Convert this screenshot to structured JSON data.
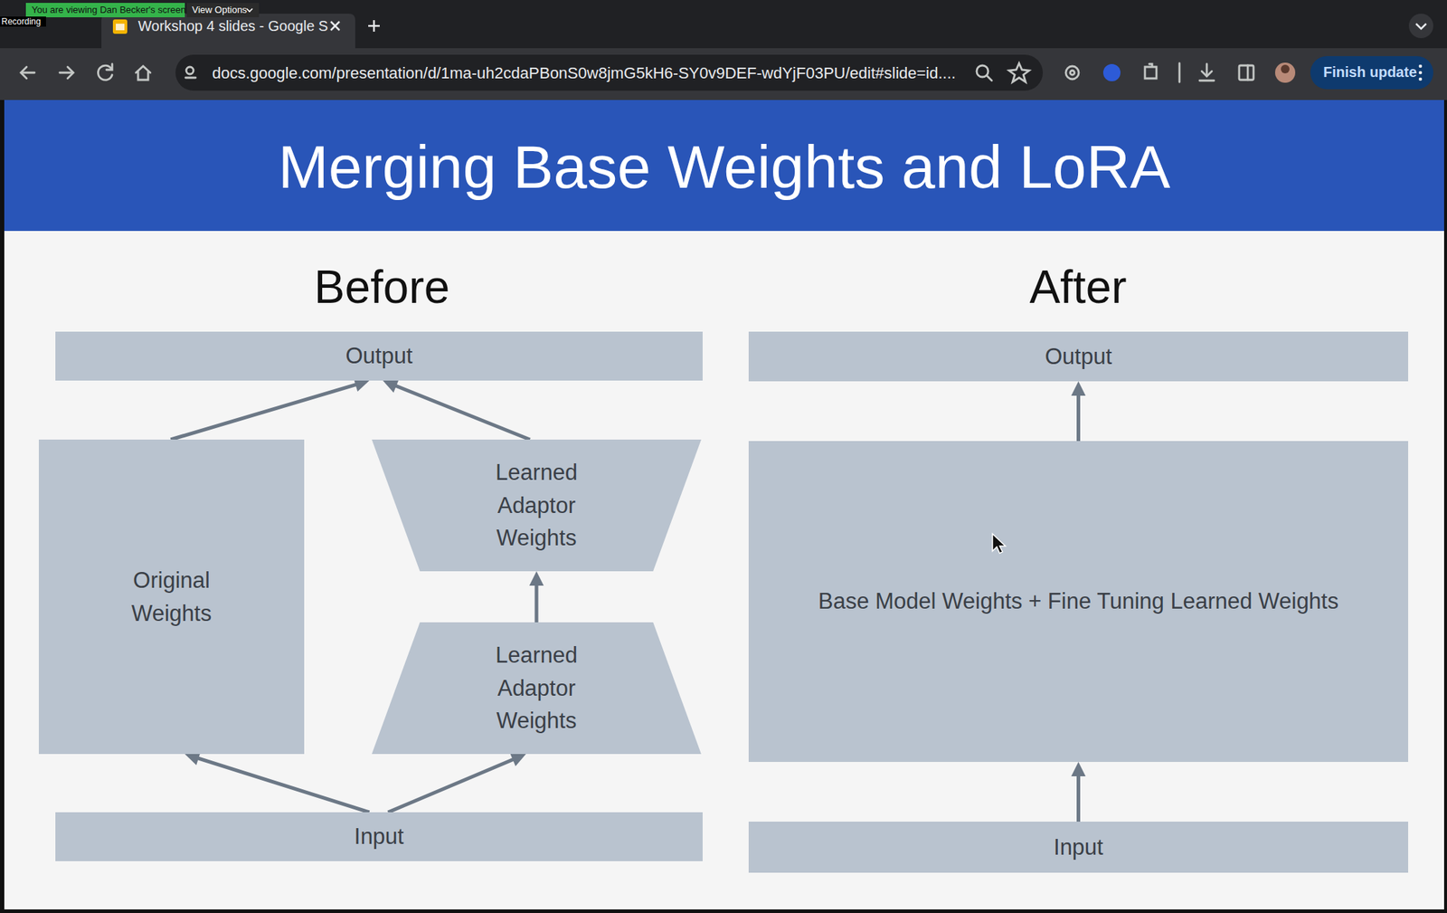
{
  "diagram": {
    "title": "Merging Base Weights and LoRA",
    "nodes": [
      {
        "text": [
          "Output"
        ]
      },
      {
        "text": [
          "Original Weights"
        ]
      },
      {
        "text": [
          "Learned Adaptor Weights"
        ]
      },
      {
        "text": [
          "Learned Adaptor Weights"
        ]
      },
      {
        "text": [
          "Input"
        ]
      },
      {
        "text": [
          "Output"
        ]
      },
      {
        "text": [
          "Base Model Weights + Fine Tuning Learned Weights"
        ]
      },
      {
        "text": [
          "Input"
        ]
      }
    ],
    "edges": [
      {
        "from": 4,
        "to": 1,
        "arrow": "to"
      },
      {
        "from": 4,
        "to": 3,
        "arrow": "to"
      },
      {
        "from": 3,
        "to": 2,
        "arrow": "to"
      },
      {
        "from": 1,
        "to": 0,
        "arrow": "to"
      },
      {
        "from": 2,
        "to": 0,
        "arrow": "to"
      },
      {
        "from": 7,
        "to": 6,
        "arrow": "to"
      },
      {
        "from": 6,
        "to": 5,
        "arrow": "to"
      }
    ],
    "labels": [
      "You are viewing Dan Becker's screen",
      "View Options",
      "Recording",
      "Workshop 4 slides - Google S",
      "docs.google.com/presentation/d/1ma-uh2cdaPBonS0w8jmG5kH6-SY0v9DEF-wdYjF03PU/edit#slide=id....",
      "Finish update",
      "Before",
      "After"
    ]
  }
}
